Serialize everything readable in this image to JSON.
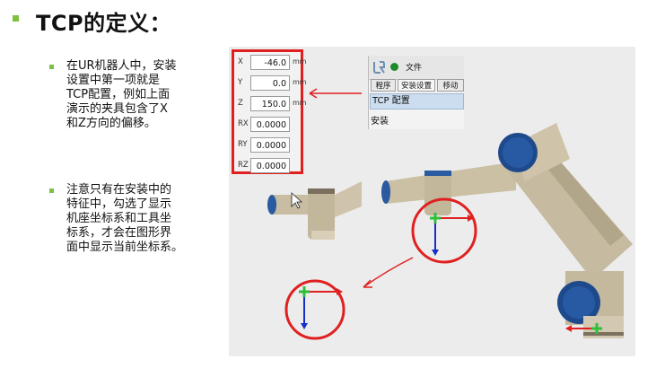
{
  "title": "TCP的定义：",
  "bullets": [
    {
      "lines": [
        "在UR机器人中，安装",
        "设置中第一项就是",
        "TCP配置，例如上面",
        "演示的夹具包含了X",
        "和Z方向的偏移。"
      ]
    },
    {
      "lines": [
        "注意只有在安装中的",
        "特征中，勾选了显示",
        "机座坐标系和工具坐",
        "标系，才会在图形界",
        "面中显示当前坐标系。"
      ]
    }
  ],
  "tcp_fields": [
    {
      "label": "X",
      "value": "-46.0",
      "unit": "mm"
    },
    {
      "label": "Y",
      "value": "0.0",
      "unit": "mm"
    },
    {
      "label": "Z",
      "value": "150.0",
      "unit": "mm"
    },
    {
      "label": "RX",
      "value": "0.0000",
      "unit": ""
    },
    {
      "label": "RY",
      "value": "0.0000",
      "unit": ""
    },
    {
      "label": "RZ",
      "value": "0.0000",
      "unit": ""
    }
  ],
  "app": {
    "file_label": "文件",
    "tabs": [
      "程序",
      "安装设置",
      "移动"
    ],
    "tcp_item": "TCP 配置",
    "install_item": "安装"
  },
  "colors": {
    "accent_green": "#7cc142",
    "annotation_red": "#e02020",
    "axis_blue": "#1530c8",
    "axis_green": "#2fbf3a",
    "robot_joint_blue": "#1e4a8c",
    "robot_body": "#c8bda3"
  },
  "icons": {
    "ur_logo": "ur-logo-icon",
    "status": "status-dot-icon",
    "cursor": "mouse-cursor-icon"
  }
}
